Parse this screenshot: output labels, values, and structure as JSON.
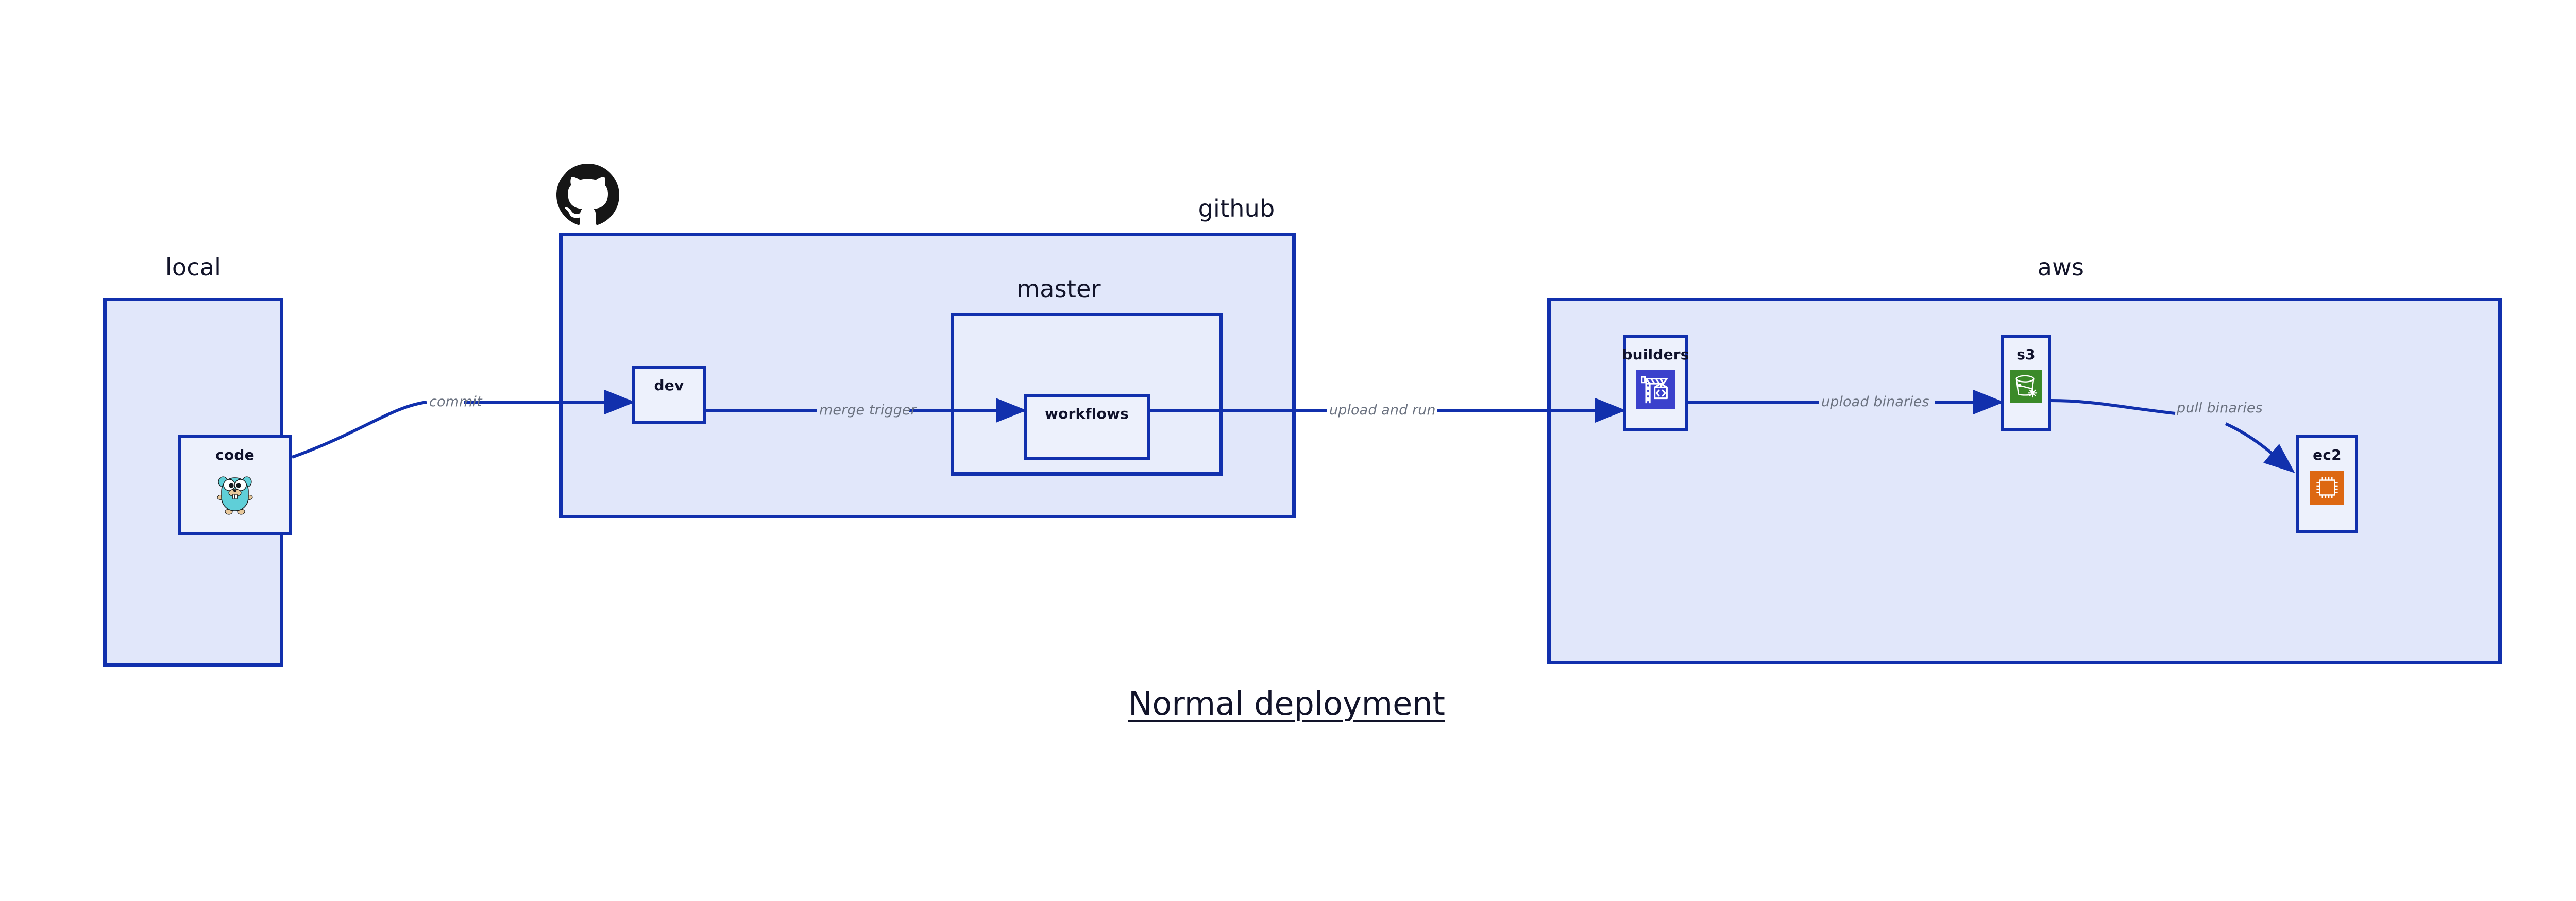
{
  "diagram": {
    "caption": "Normal deployment",
    "background": "#ffffff",
    "accent_border": "#1130ad",
    "group_fill": "#e1e7fa",
    "group_inner_fill": "#e8edfb",
    "node_fill": "#edf1fc",
    "edge_color": "#1130ad",
    "edge_label_color": "#6b7280",
    "title_color": "#12142a"
  },
  "groups": [
    {
      "id": "local",
      "title": "local",
      "nodes": [
        {
          "id": "code",
          "label": "code",
          "icon": "go-gopher-icon"
        }
      ]
    },
    {
      "id": "github",
      "title": "github",
      "badge_icon": "github-octocat-icon",
      "nodes": [
        {
          "id": "dev",
          "label": "dev",
          "icon": "none"
        }
      ],
      "subgroups": [
        {
          "id": "master",
          "title": "master",
          "nodes": [
            {
              "id": "workflows",
              "label": "workflows",
              "icon": "none"
            }
          ]
        }
      ]
    },
    {
      "id": "aws",
      "title": "aws",
      "nodes": [
        {
          "id": "builders",
          "label": "builders",
          "icon": "aws-codebuild-icon",
          "icon_color": "#3b41cc"
        },
        {
          "id": "s3",
          "label": "s3",
          "icon": "aws-s3-bucket-icon",
          "icon_color": "#3b8a29"
        },
        {
          "id": "ec2",
          "label": "ec2",
          "icon": "aws-ec2-chip-icon",
          "icon_color": "#dd6812"
        }
      ]
    }
  ],
  "edges": [
    {
      "id": "commit",
      "from": "code",
      "to": "dev",
      "label": "commit"
    },
    {
      "id": "merge-trigger",
      "from": "dev",
      "to": "workflows",
      "label": "merge trigger"
    },
    {
      "id": "upload-and-run",
      "from": "workflows",
      "to": "builders",
      "label": "upload and run"
    },
    {
      "id": "upload-binaries",
      "from": "builders",
      "to": "s3",
      "label": "upload binaries"
    },
    {
      "id": "pull-binaries",
      "from": "s3",
      "to": "ec2",
      "label": "pull binaries"
    }
  ]
}
